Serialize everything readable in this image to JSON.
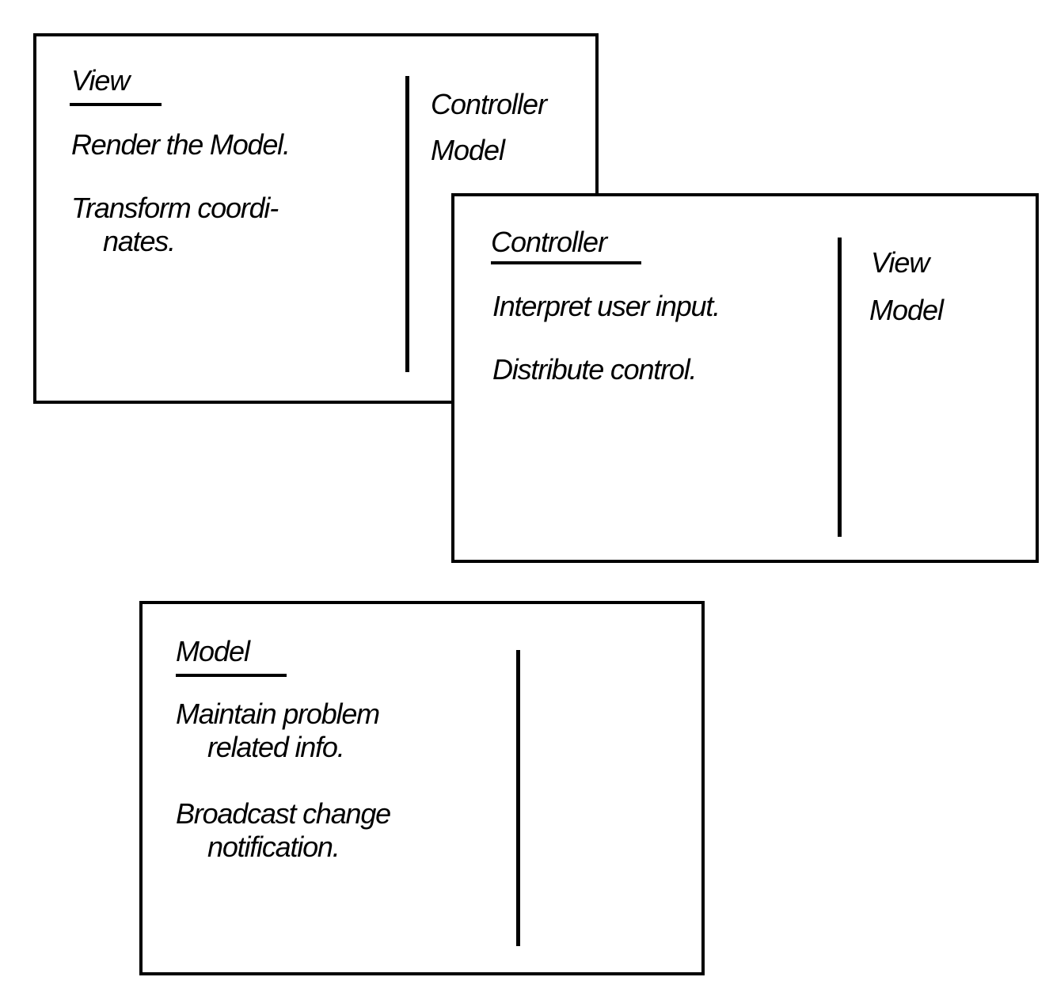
{
  "cards": {
    "view": {
      "name": "View",
      "responsibilities": [
        {
          "line1": "Render the Model."
        },
        {
          "line1": "Transform coordi-",
          "line2": "nates."
        }
      ],
      "collaborators": [
        "Controller",
        "Model"
      ]
    },
    "controller": {
      "name": "Controller",
      "responsibilities": [
        {
          "line1": "Interpret user input."
        },
        {
          "line1": "Distribute control."
        }
      ],
      "collaborators": [
        "View",
        "Model"
      ]
    },
    "model": {
      "name": "Model",
      "responsibilities": [
        {
          "line1": "Maintain problem",
          "line2": "related info."
        },
        {
          "line1": "Broadcast change",
          "line2": "notification."
        }
      ],
      "collaborators": []
    }
  }
}
